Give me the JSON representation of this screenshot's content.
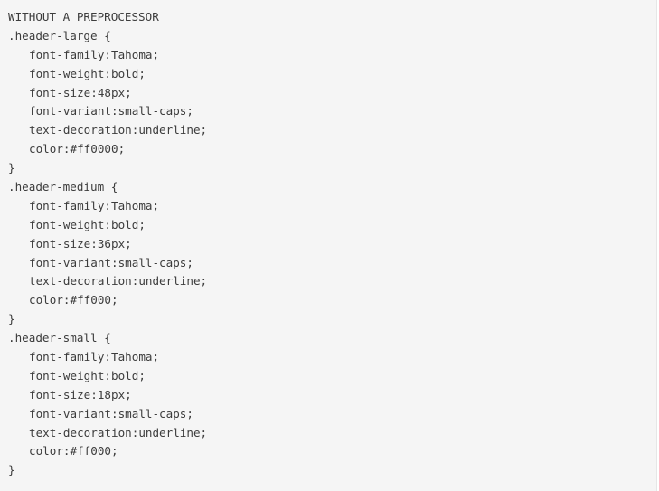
{
  "code_block": {
    "heading": "WITHOUT A PREPROCESSOR",
    "rules": [
      {
        "selector_line": ".header-large {",
        "declarations": [
          "font-family:Tahoma;",
          "font-weight:bold;",
          "font-size:48px;",
          "font-variant:small-caps;",
          "text-decoration:underline;",
          "color:#ff0000;"
        ],
        "close": "}"
      },
      {
        "selector_line": ".header-medium {",
        "declarations": [
          "font-family:Tahoma;",
          "font-weight:bold;",
          "font-size:36px;",
          "font-variant:small-caps;",
          "text-decoration:underline;",
          "color:#ff000;"
        ],
        "close": "}"
      },
      {
        "selector_line": ".header-small {",
        "declarations": [
          "font-family:Tahoma;",
          "font-weight:bold;",
          "font-size:18px;",
          "font-variant:small-caps;",
          "text-decoration:underline;",
          "color:#ff000;"
        ],
        "close": "}"
      }
    ]
  },
  "colors": {
    "background": "#f5f5f5",
    "text": "#3c3c3c",
    "border": "#e6e6e6"
  }
}
